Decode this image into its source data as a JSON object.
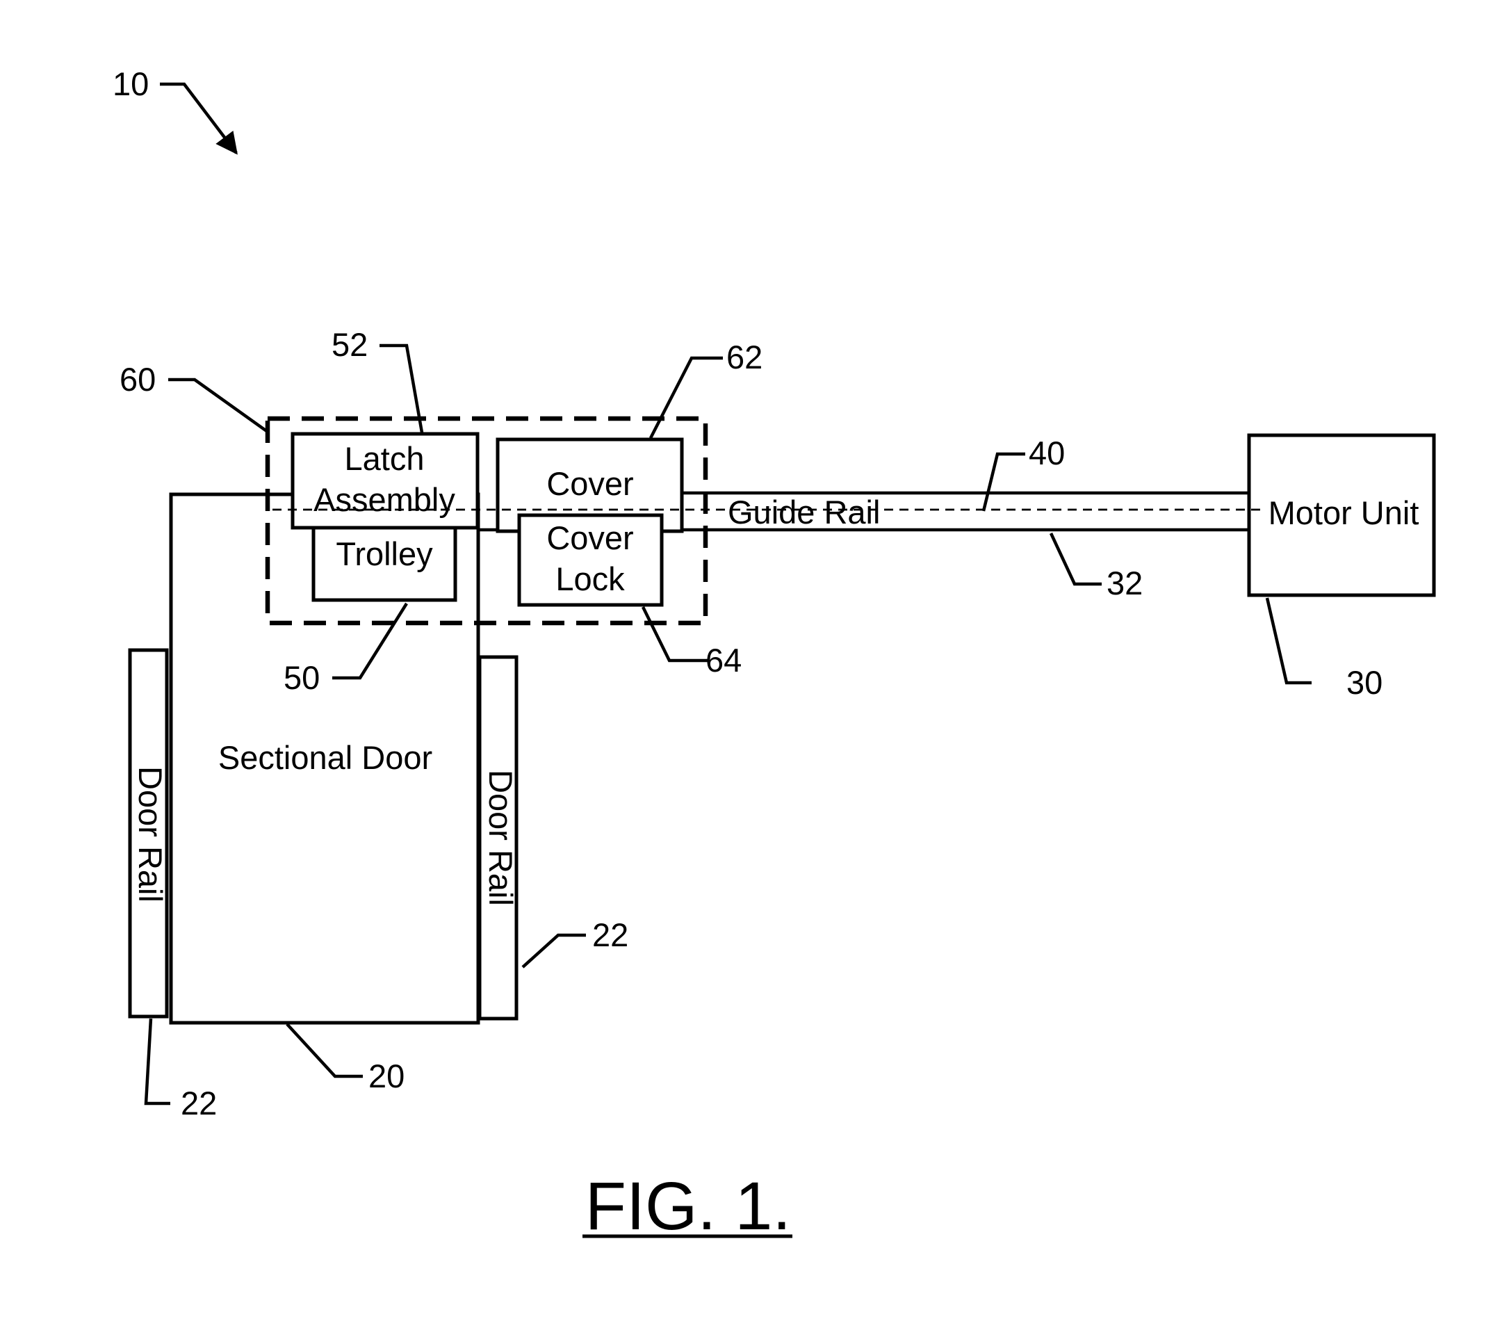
{
  "figure": {
    "caption": "FIG. 1."
  },
  "components": {
    "sectional_door": "Sectional Door",
    "door_rail_left": "Door Rail",
    "door_rail_right": "Door Rail",
    "latch_assembly": [
      "Latch",
      "Assembly"
    ],
    "trolley": "Trolley",
    "cover": "Cover",
    "cover_lock": [
      "Cover",
      "Lock"
    ],
    "guide_rail": "Guide Rail",
    "motor_unit": "Motor Unit"
  },
  "reference_numerals": {
    "system": "10",
    "sectional_door": "20",
    "door_rail_right": "22",
    "door_rail_left": "22",
    "motor_unit": "30",
    "rail_lower_edge": "32",
    "guide_rail": "40",
    "trolley": "50",
    "latch_assembly": "52",
    "lock_region": "60",
    "cover": "62",
    "cover_lock": "64"
  }
}
